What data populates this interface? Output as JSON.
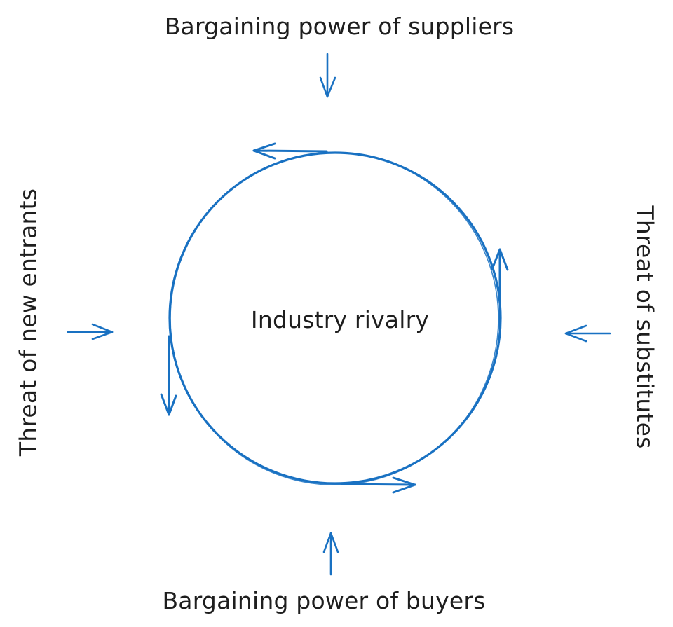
{
  "diagram": {
    "title": "Porter's Five Forces",
    "stroke_color": "#1971c2",
    "text_color": "#1e1e1e",
    "center": {
      "label": "Industry rivalry"
    },
    "forces": [
      {
        "id": "suppliers",
        "label": "Bargaining power of suppliers",
        "position": "top",
        "arrow_direction": "down"
      },
      {
        "id": "buyers",
        "label": "Bargaining power of buyers",
        "position": "bottom",
        "arrow_direction": "up"
      },
      {
        "id": "new-entrants",
        "label": "Threat of new entrants",
        "position": "left",
        "arrow_direction": "right"
      },
      {
        "id": "substitutes",
        "label": "Threat of substitutes",
        "position": "right",
        "arrow_direction": "left"
      }
    ],
    "cycle": {
      "direction": "counter-clockwise",
      "arrow_count": 4
    }
  }
}
